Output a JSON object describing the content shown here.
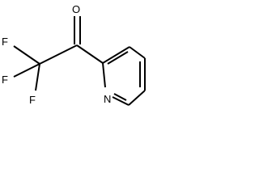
{
  "molecule": {
    "atoms": {
      "oxygen": "O",
      "fluorine_1": "F",
      "fluorine_2": "F",
      "fluorine_3": "F",
      "nitrogen": "N"
    }
  }
}
